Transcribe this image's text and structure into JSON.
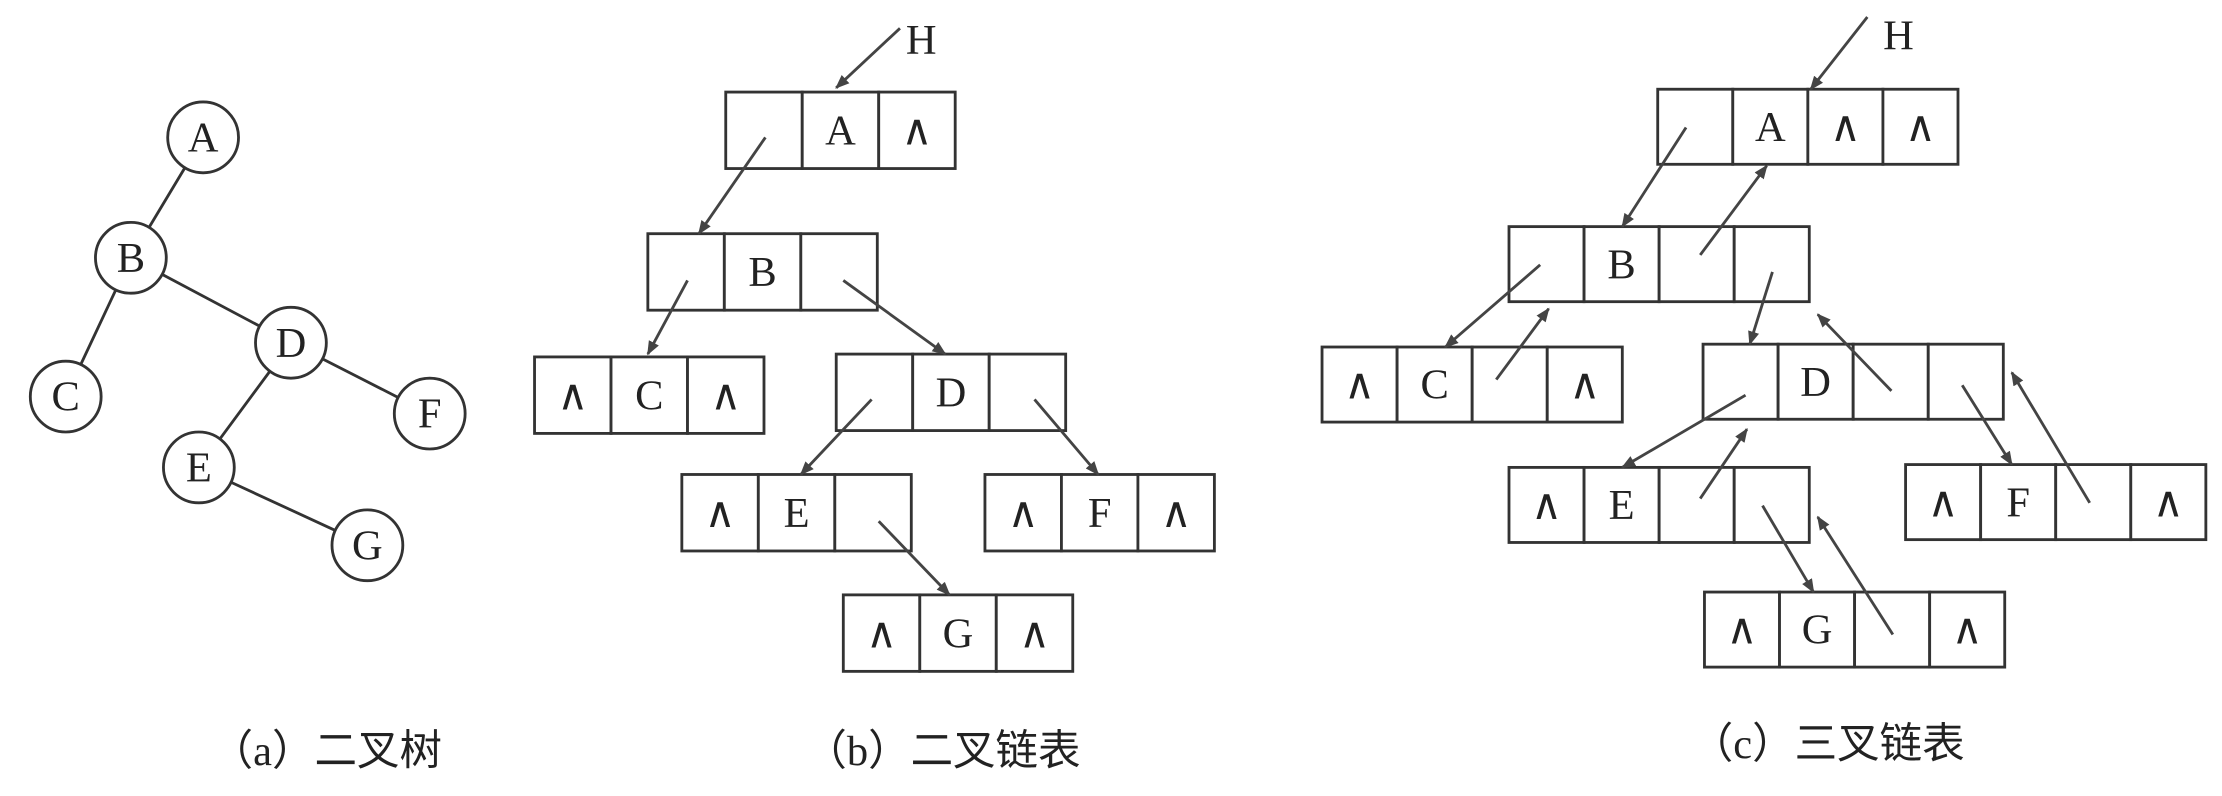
{
  "panels": {
    "a": {
      "caption": "（a）二叉树",
      "nodes": [
        "A",
        "B",
        "C",
        "D",
        "E",
        "F",
        "G"
      ]
    },
    "b": {
      "caption": "（b）二叉链表",
      "head": "H",
      "nodes": [
        {
          "id": "A",
          "cells": [
            "",
            "A",
            "∧"
          ]
        },
        {
          "id": "B",
          "cells": [
            "",
            "B",
            ""
          ]
        },
        {
          "id": "C",
          "cells": [
            "∧",
            "C",
            "∧"
          ]
        },
        {
          "id": "D",
          "cells": [
            "",
            "D",
            ""
          ]
        },
        {
          "id": "E",
          "cells": [
            "∧",
            "E",
            ""
          ]
        },
        {
          "id": "F",
          "cells": [
            "∧",
            "F",
            "∧"
          ]
        },
        {
          "id": "G",
          "cells": [
            "∧",
            "G",
            "∧"
          ]
        }
      ]
    },
    "c": {
      "caption": "（c）三叉链表",
      "head": "H",
      "nodes": [
        {
          "id": "A",
          "cells": [
            "",
            "A",
            "∧",
            "∧"
          ]
        },
        {
          "id": "B",
          "cells": [
            "",
            "B",
            "",
            ""
          ]
        },
        {
          "id": "C",
          "cells": [
            "∧",
            "C",
            "",
            "∧"
          ]
        },
        {
          "id": "D",
          "cells": [
            "",
            "D",
            "",
            ""
          ]
        },
        {
          "id": "E",
          "cells": [
            "∧",
            "E",
            "",
            ""
          ]
        },
        {
          "id": "F",
          "cells": [
            "∧",
            "F",
            "",
            "∧"
          ]
        },
        {
          "id": "G",
          "cells": [
            "∧",
            "G",
            "",
            "∧"
          ]
        }
      ]
    }
  },
  "colors": {
    "line": "#333333",
    "arrow": "#444444"
  }
}
